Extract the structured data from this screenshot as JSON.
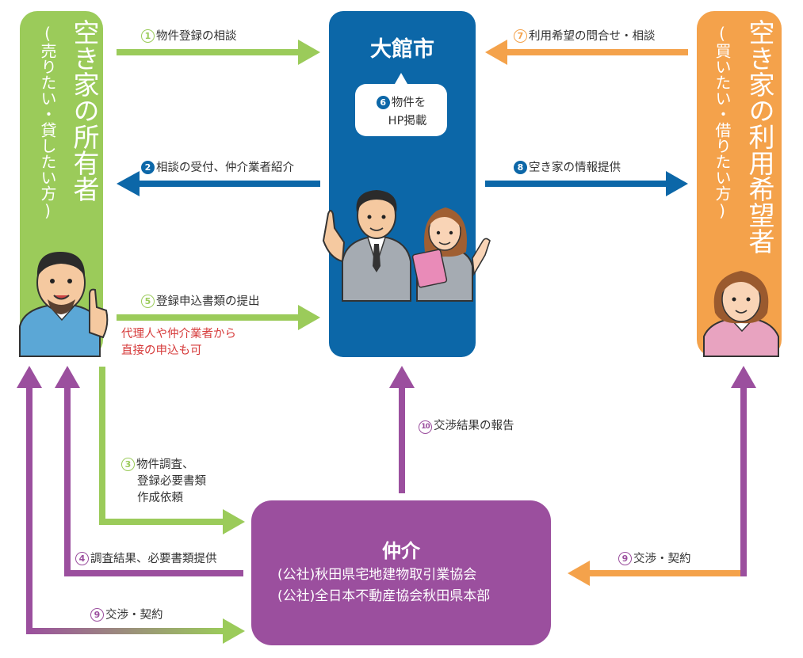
{
  "colors": {
    "green": "#9bcb5a",
    "blue": "#0c67a8",
    "orange": "#f4a24b",
    "purple": "#9b4f9e",
    "red_note": "#d63a3a"
  },
  "owner": {
    "title": "空き家の所有者",
    "subtitle": "(売りたい・貸したい方)"
  },
  "user": {
    "title": "空き家の利用希望者",
    "subtitle": "(買いたい・借りたい方)"
  },
  "city": {
    "title": "大館市",
    "bubble_num": "6",
    "bubble_line1": "物件を",
    "bubble_line2": "HP掲載"
  },
  "agency": {
    "title": "仲介",
    "line1": "(公社)秋田県宅地建物取引業協会",
    "line2": "(公社)全日本不動産協会秋田県本部"
  },
  "steps": {
    "s1": {
      "num": "1",
      "text": "物件登録の相談"
    },
    "s2": {
      "num": "2",
      "text": "相談の受付、仲介業者紹介"
    },
    "s3": {
      "num": "3",
      "line1": "物件調査、",
      "line2": "登録必要書類",
      "line3": "作成依頼"
    },
    "s4": {
      "num": "4",
      "text": "調査結果、必要書類提供"
    },
    "s5": {
      "num": "5",
      "text": "登録申込書類の提出"
    },
    "s5_note1": "代理人や仲介業者から",
    "s5_note2": "直接の申込も可",
    "s7": {
      "num": "7",
      "text": "利用希望の問合せ・相談"
    },
    "s8": {
      "num": "8",
      "text": "空き家の情報提供"
    },
    "s9a": {
      "num": "9",
      "text": "交渉・契約"
    },
    "s9b": {
      "num": "9",
      "text": "交渉・契約"
    },
    "s10": {
      "num": "10",
      "text": "交渉結果の報告"
    }
  }
}
